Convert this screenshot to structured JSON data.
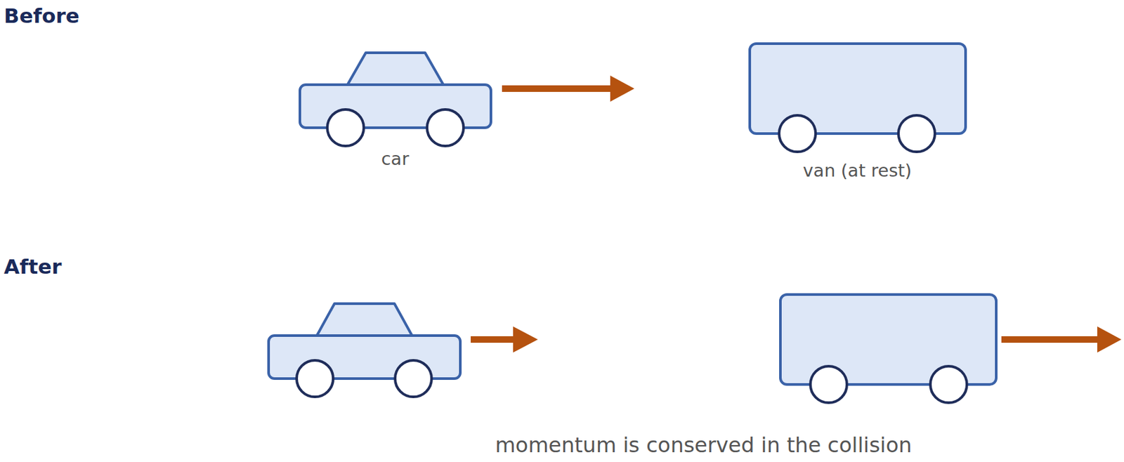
{
  "diagram": {
    "caption": "momentum is conserved in the collision",
    "labels": [
      "Before",
      "car",
      "van (at rest)",
      "After"
    ]
  }
}
